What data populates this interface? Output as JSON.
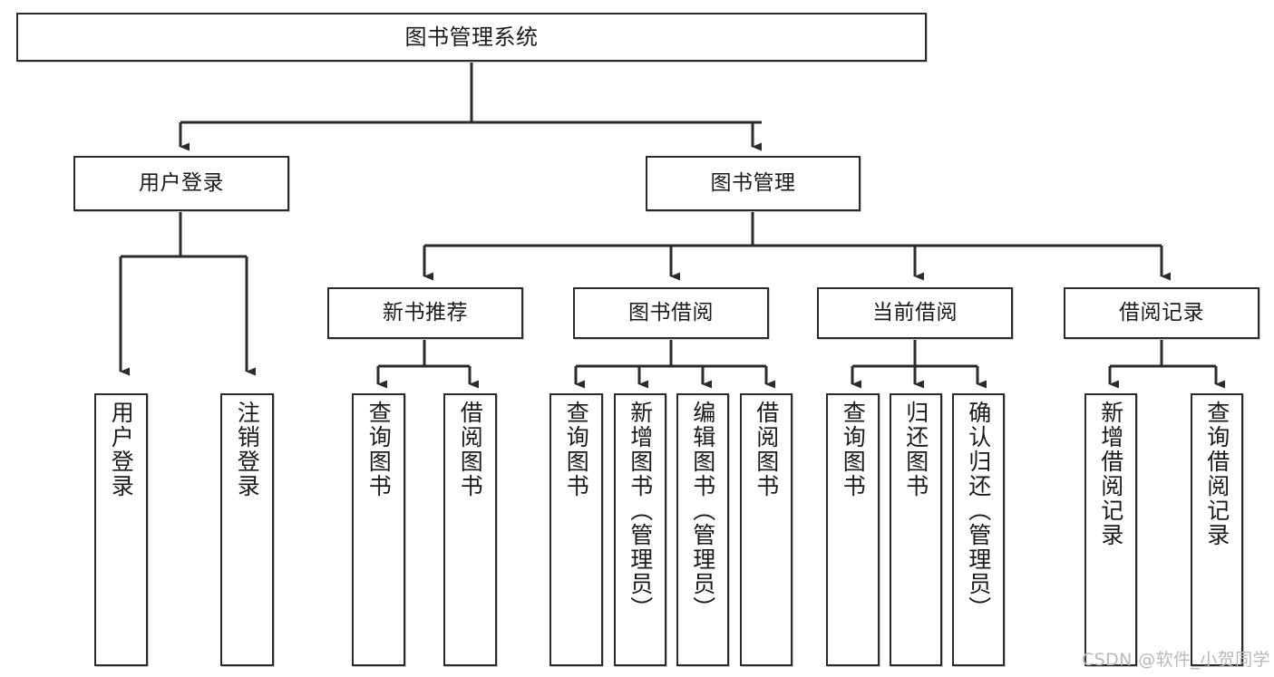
{
  "diagram": {
    "title": "图书管理系统",
    "type": "tree-structure-chart",
    "watermark": "CSDN @软件_小贺同学",
    "colors": {
      "node_border": "#2b2b2b",
      "node_fill": "#ffffff",
      "edge": "#2b2b2b",
      "text": "#1a1a1a",
      "watermark": "#b9b9b9",
      "background": "#ffffff"
    },
    "nodes": {
      "root": {
        "label": "图书管理系统"
      },
      "level1": [
        {
          "label": "用户登录"
        },
        {
          "label": "图书管理"
        }
      ],
      "level2": [
        {
          "label": "新书推荐"
        },
        {
          "label": "图书借阅"
        },
        {
          "label": "当前借阅"
        },
        {
          "label": "借阅记录"
        }
      ],
      "leaves": {
        "user_login": [
          {
            "label": "用户登录"
          },
          {
            "label": "注销登录"
          }
        ],
        "new_book_recommend": [
          {
            "label": "查询图书"
          },
          {
            "label": "借阅图书"
          }
        ],
        "book_borrow": [
          {
            "label": "查询图书"
          },
          {
            "label": "新增图书（管理员）"
          },
          {
            "label": "编辑图书（管理员）"
          },
          {
            "label": "借阅图书"
          }
        ],
        "current_borrow": [
          {
            "label": "查询图书"
          },
          {
            "label": "归还图书"
          },
          {
            "label": "确认归还（管理员）"
          }
        ],
        "borrow_record": [
          {
            "label": "新增借阅记录"
          },
          {
            "label": "查询借阅记录"
          }
        ]
      }
    }
  }
}
